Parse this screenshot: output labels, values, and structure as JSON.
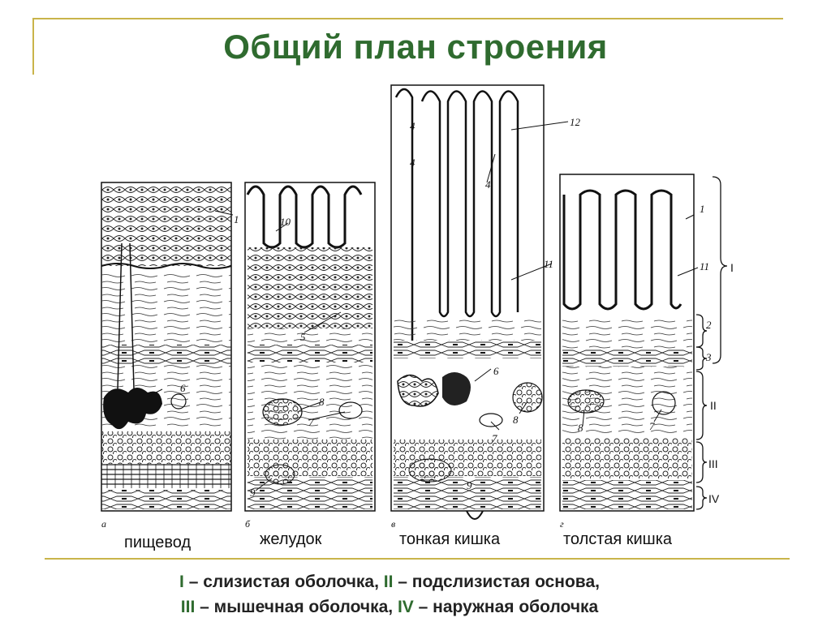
{
  "title": "Общий план строения",
  "organs": [
    {
      "letter": "а",
      "name": "пищевод"
    },
    {
      "letter": "б",
      "name": "желудок"
    },
    {
      "letter": "в",
      "name": "тонкая кишка"
    },
    {
      "letter": "г",
      "name": "толстая кишка"
    }
  ],
  "figure_numbers": {
    "n1": "1",
    "n2": "2",
    "n3": "3",
    "n4": "4",
    "n5": "5",
    "n6": "6",
    "n7": "7",
    "n8": "8",
    "n9": "9",
    "n10": "10",
    "n11": "11",
    "n12": "12"
  },
  "layer_numerals": [
    "I",
    "II",
    "III",
    "IV"
  ],
  "legend": {
    "line1": [
      {
        "numeral": "I",
        "text": " – слизистая оболочка, "
      },
      {
        "numeral": "II",
        "text": " – подслизистая основа,"
      }
    ],
    "line2": [
      {
        "numeral": "III",
        "text": " – мышечная оболочка, "
      },
      {
        "numeral": "IV",
        "text": " – наружная оболочка"
      }
    ]
  },
  "colors": {
    "title": "#2f6b2f",
    "numeral": "#2f6b2f",
    "frame": "#c9b44a",
    "ink": "#111111"
  }
}
